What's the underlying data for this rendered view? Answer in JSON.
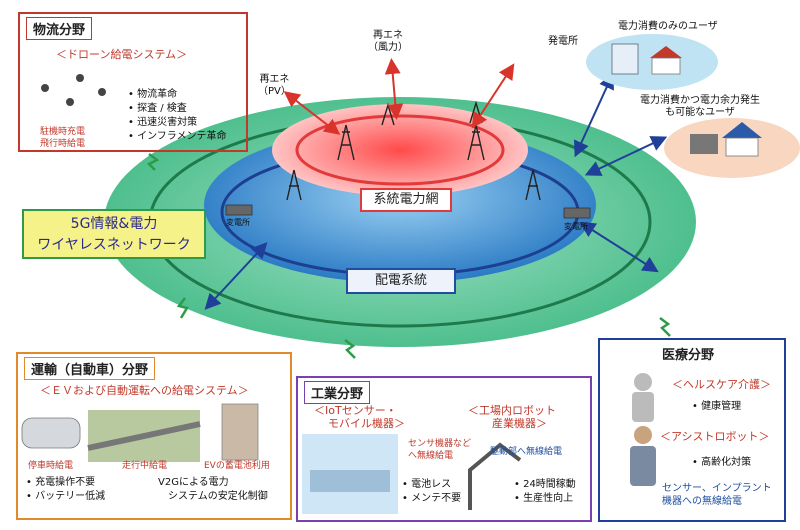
{
  "colors": {
    "red": "#c0392b",
    "blue": "#1f4e9e",
    "green": "#2e9b4a",
    "orange": "#e08a2c",
    "purple": "#7a3fb0"
  },
  "center": {
    "grid_label": "系統電力網",
    "distribution_label": "配電系統",
    "substation_left": "変電所",
    "substation_right": "変電所",
    "power_plant": "発電所",
    "renew_wind": [
      "再エネ",
      "（風力）"
    ],
    "renew_pv": [
      "再エネ",
      "（PV）"
    ]
  },
  "users": {
    "consumer_only": "電力消費のみのユーザ",
    "prosumer": [
      "電力消費かつ電力余力発生",
      "も可能なユーザ"
    ]
  },
  "network5g": [
    "5G情報&電力",
    "ワイヤレスネットワーク"
  ],
  "logistics": {
    "title": "物流分野",
    "subtitle": "＜ドローン給電システム＞",
    "captions": [
      "駐機時充電",
      "飛行時給電"
    ],
    "bullets": [
      "物流革命",
      "探査 / 検査",
      "迅速災害対策",
      "インフラメンテ革命"
    ]
  },
  "transport": {
    "title": "運輸（自動車）分野",
    "subtitle": "＜ＥＶおよび自動運転への給電システム＞",
    "captions": [
      "停車時給電",
      "走行中給電",
      "EVの蓄電池利用"
    ],
    "bullets_left": [
      "充電操作不要",
      "バッテリー低減"
    ],
    "bullets_right": [
      "V2Gによる電力",
      "システムの安定化制御"
    ]
  },
  "industry": {
    "title": "工業分野",
    "sub_left": [
      "＜IoTセンサー・",
      "モバイル機器＞"
    ],
    "sub_right": [
      "＜工場内ロボット",
      "産業機器＞"
    ],
    "note_left": [
      "センサ機器など",
      "へ無線給電"
    ],
    "note_right": "駆動部へ無線給電",
    "bullets_left": [
      "電池レス",
      "メンテ不要"
    ],
    "bullets_right": [
      "24時間稼動",
      "生産性向上"
    ]
  },
  "medical": {
    "title": "医療分野",
    "sub1": "＜ヘルスケア介護＞",
    "bullet1": "健康管理",
    "sub2": "＜アシストロボット＞",
    "bullet2": "高齢化対策",
    "note": [
      "センサー、インプラント",
      "機器への無線給電"
    ]
  }
}
